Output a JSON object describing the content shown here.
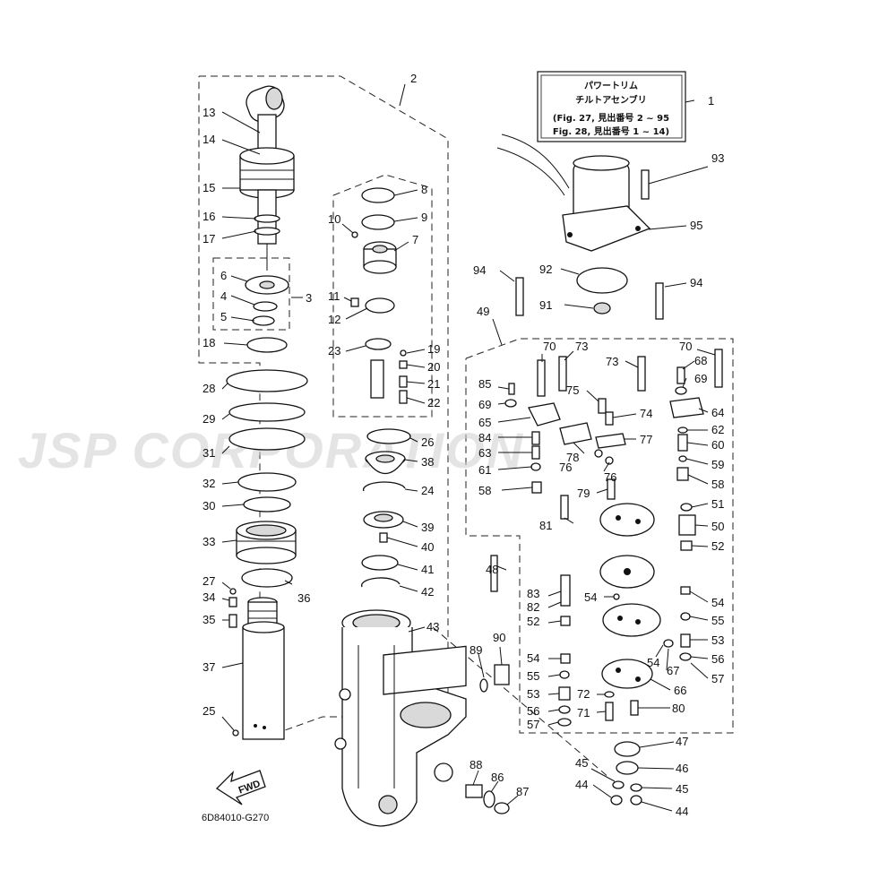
{
  "diagram": {
    "info_box": {
      "line1": "パワートリム",
      "line2": "チルトアセンブリ",
      "line3": "(Fig. 27, 見出番号 2 ~ 95",
      "line4": "Fig. 28, 見出番号 1 ~ 14)"
    },
    "drawing_code": "6D84010-G270",
    "fwd_label": "FWD",
    "watermark": "JSP CORPORATION",
    "labels": {
      "l1": "1",
      "l2": "2",
      "l3": "3",
      "l4": "4",
      "l5": "5",
      "l6": "6",
      "l7": "7",
      "l8": "8",
      "l9": "9",
      "l10": "10",
      "l11": "11",
      "l12": "12",
      "l13": "13",
      "l14": "14",
      "l15": "15",
      "l16": "16",
      "l17": "17",
      "l18": "18",
      "l19": "19",
      "l20": "20",
      "l21": "21",
      "l22": "22",
      "l23": "23",
      "l24": "24",
      "l25": "25",
      "l26": "26",
      "l27": "27",
      "l28": "28",
      "l29": "29",
      "l30": "30",
      "l31": "31",
      "l32": "32",
      "l33": "33",
      "l34": "34",
      "l35": "35",
      "l36": "36",
      "l37": "37",
      "l38": "38",
      "l39": "39",
      "l40": "40",
      "l41": "41",
      "l42": "42",
      "l43": "43",
      "l44": "44",
      "l45": "45",
      "l46": "46",
      "l47": "47",
      "l48": "48",
      "l49": "49",
      "l50": "50",
      "l51": "51",
      "l52": "52",
      "l53": "53",
      "l54": "54",
      "l55": "55",
      "l56": "56",
      "l57": "57",
      "l58": "58",
      "l59": "59",
      "l60": "60",
      "l61": "61",
      "l62": "62",
      "l63": "63",
      "l64": "64",
      "l65": "65",
      "l66": "66",
      "l67": "67",
      "l68": "68",
      "l69": "69",
      "l70": "70",
      "l71": "71",
      "l72": "72",
      "l73": "73",
      "l74": "74",
      "l75": "75",
      "l76": "76",
      "l77": "77",
      "l78": "78",
      "l79": "79",
      "l80": "80",
      "l81": "81",
      "l82": "82",
      "l83": "83",
      "l84": "84",
      "l85": "85",
      "l86": "86",
      "l87": "87",
      "l88": "88",
      "l89": "89",
      "l90": "90",
      "l91": "91",
      "l92": "92",
      "l93": "93",
      "l94": "94",
      "l95": "95"
    }
  }
}
